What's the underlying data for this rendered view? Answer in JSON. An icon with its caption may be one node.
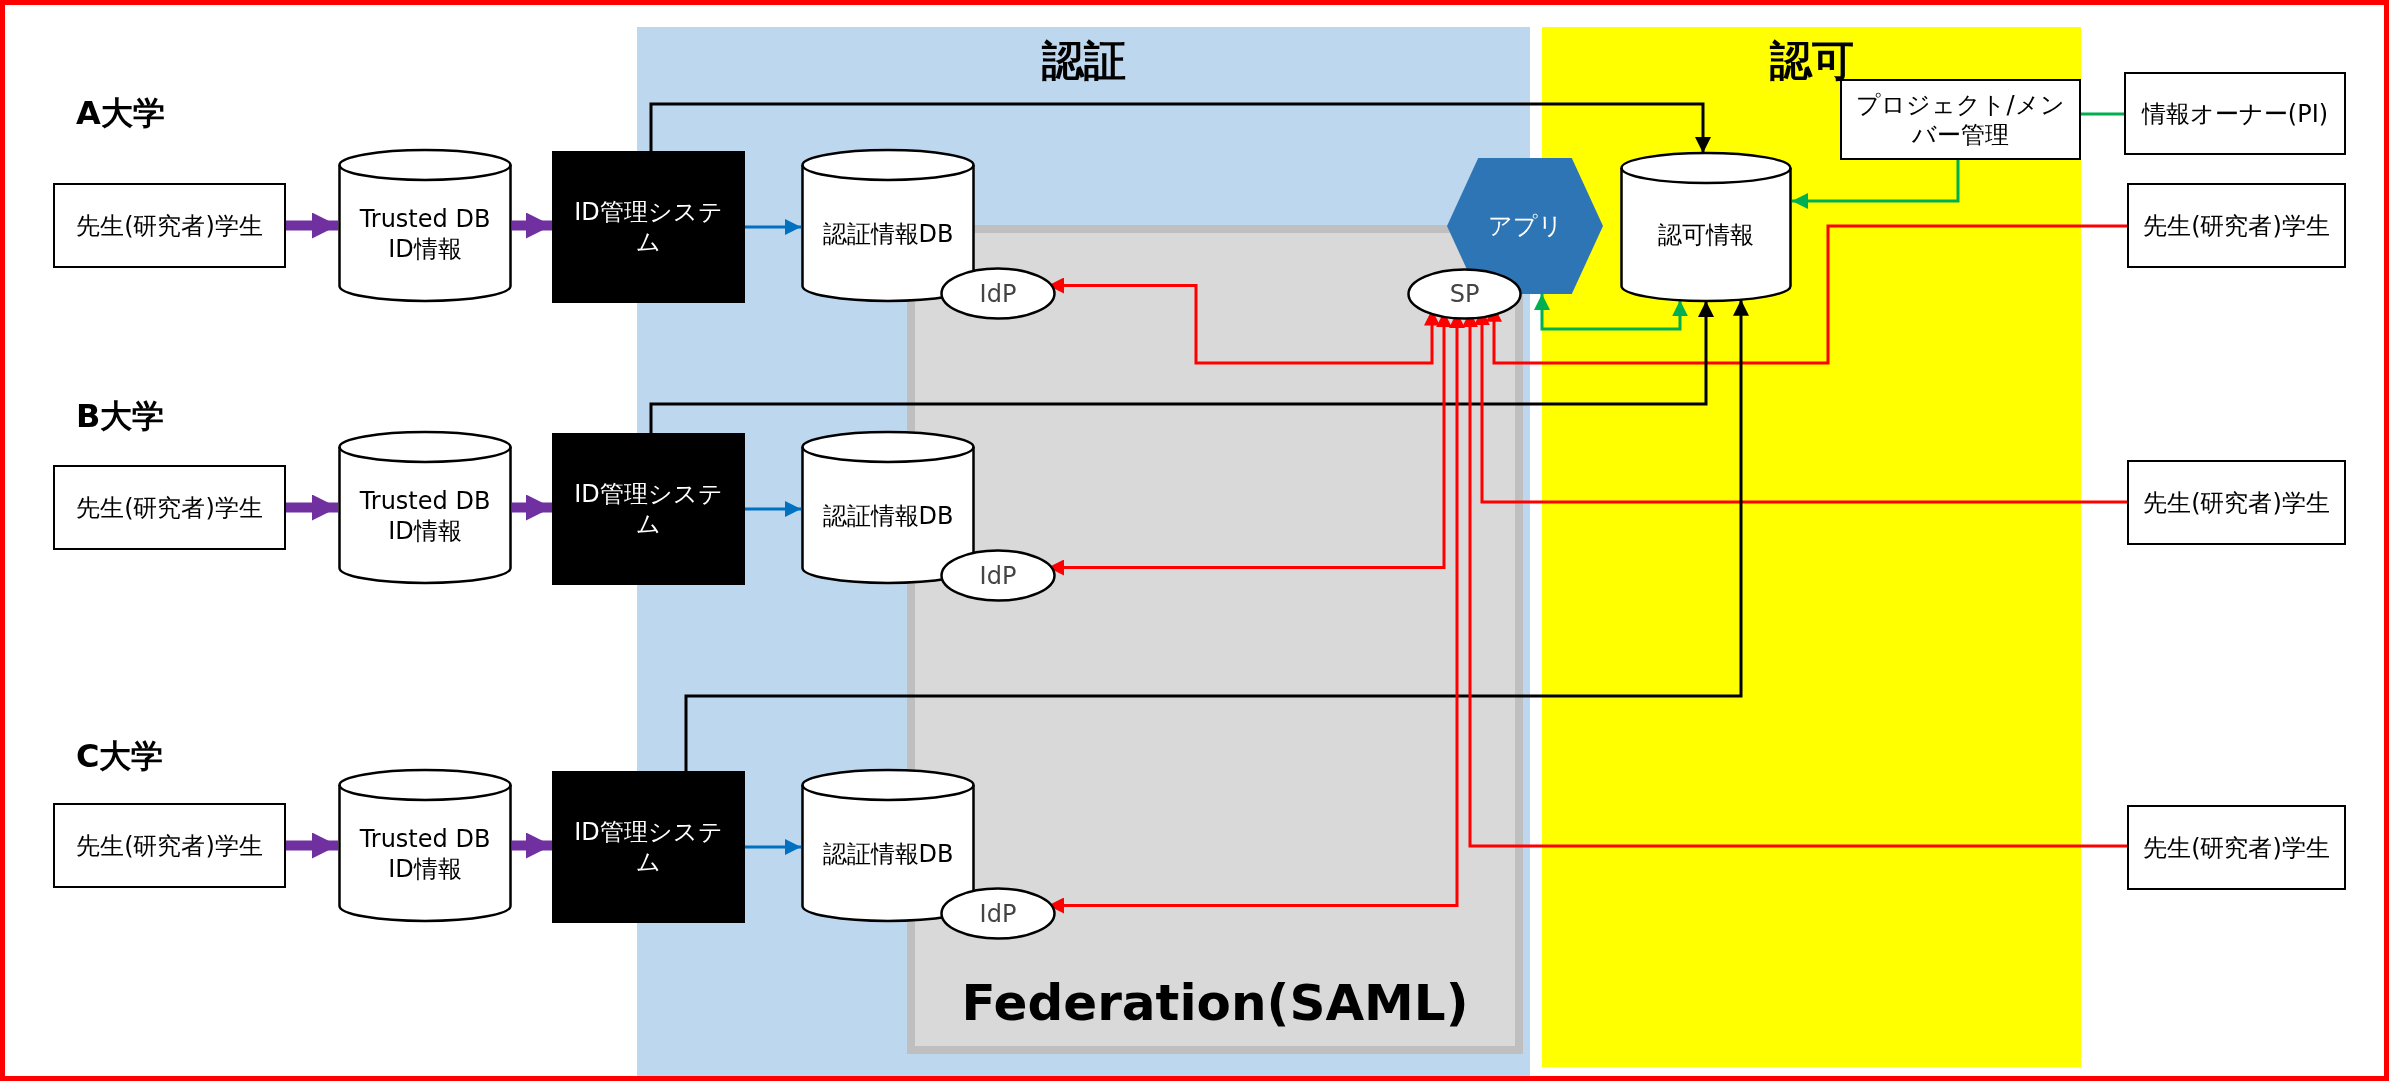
{
  "diagram": {
    "nodes": [
      {
        "text": [
          "認証"
        ]
      },
      {
        "text": [
          "Federation(SAML)"
        ],
        "in": 0
      },
      {
        "text": [
          "認可"
        ]
      },
      {
        "text": [
          "先生(研究者)学生"
        ]
      },
      {
        "text": [
          "Trusted DB ID情報"
        ]
      },
      {
        "text": [
          "ID管理システム"
        ]
      },
      {
        "text": [
          "認証情報DB"
        ],
        "in": 0
      },
      {
        "text": [
          "IdP"
        ],
        "in": 1
      },
      {
        "text": [
          "アプリ"
        ]
      },
      {
        "text": [
          "SP"
        ],
        "in": 1
      },
      {
        "text": [
          "認可情報"
        ],
        "in": 2
      },
      {
        "text": [
          "プロジェクト/メンバー管理"
        ],
        "in": 2
      },
      {
        "text": [
          "情報オーナー(PI)"
        ]
      },
      {
        "text": [
          "先生(研究者)学生"
        ]
      },
      {
        "text": [
          "先生(研究者)学生"
        ]
      },
      {
        "text": [
          "Trusted DB ID情報"
        ]
      },
      {
        "text": [
          "ID管理システム"
        ]
      },
      {
        "text": [
          "認証情報DB"
        ],
        "in": 0
      },
      {
        "text": [
          "IdP"
        ],
        "in": 1
      },
      {
        "text": [
          "先生(研究者)学生"
        ]
      },
      {
        "text": [
          "先生(研究者)学生"
        ]
      },
      {
        "text": [
          "Trusted DB ID情報"
        ]
      },
      {
        "text": [
          "ID管理システム"
        ]
      },
      {
        "text": [
          "認証情報DB"
        ],
        "in": 0
      },
      {
        "text": [
          "IdP"
        ],
        "in": 1
      },
      {
        "text": [
          "先生(研究者)学生"
        ]
      }
    ],
    "edges": [
      {
        "from": 3,
        "to": 4,
        "arrow": "to",
        "style": "thick",
        "color": "#7030a0"
      },
      {
        "from": 4,
        "to": 5,
        "arrow": "to",
        "style": "thick",
        "color": "#7030a0"
      },
      {
        "from": 5,
        "to": 6,
        "arrow": "to",
        "color": "#0070c0"
      },
      {
        "from": 5,
        "to": 10,
        "arrow": "to",
        "color": "#000000"
      },
      {
        "from": 9,
        "to": 7,
        "arrow": "both",
        "color": "#ff0000"
      },
      {
        "from": 11,
        "to": 10,
        "arrow": "to",
        "color": "#00b050"
      },
      {
        "from": 12,
        "to": 11,
        "arrow": "none",
        "color": "#00b050"
      },
      {
        "from": 8,
        "to": 10,
        "arrow": "both",
        "color": "#00b050"
      },
      {
        "from": 13,
        "to": 9,
        "arrow": "to",
        "color": "#ff0000"
      },
      {
        "from": 14,
        "to": 15,
        "arrow": "to",
        "style": "thick",
        "color": "#7030a0"
      },
      {
        "from": 15,
        "to": 16,
        "arrow": "to",
        "style": "thick",
        "color": "#7030a0"
      },
      {
        "from": 16,
        "to": 17,
        "arrow": "to",
        "color": "#0070c0"
      },
      {
        "from": 16,
        "to": 10,
        "arrow": "to",
        "color": "#000000"
      },
      {
        "from": 9,
        "to": 18,
        "arrow": "both",
        "color": "#ff0000"
      },
      {
        "from": 19,
        "to": 9,
        "arrow": "to",
        "color": "#ff0000"
      },
      {
        "from": 20,
        "to": 21,
        "arrow": "to",
        "style": "thick",
        "color": "#7030a0"
      },
      {
        "from": 21,
        "to": 22,
        "arrow": "to",
        "style": "thick",
        "color": "#7030a0"
      },
      {
        "from": 22,
        "to": 23,
        "arrow": "to",
        "color": "#0070c0"
      },
      {
        "from": 22,
        "to": 10,
        "arrow": "to",
        "color": "#000000"
      },
      {
        "from": 9,
        "to": 24,
        "arrow": "both",
        "color": "#ff0000"
      },
      {
        "from": 25,
        "to": 9,
        "arrow": "to",
        "color": "#ff0000"
      }
    ],
    "labels": [
      "A大学",
      "B大学",
      "C大学"
    ]
  }
}
